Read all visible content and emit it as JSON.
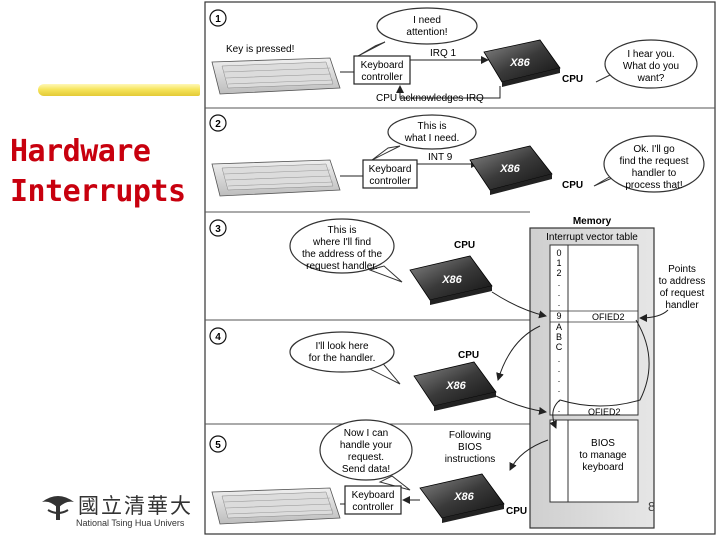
{
  "slide": {
    "title_line1": "Hardware",
    "title_line2": "Interrupts",
    "university_cn": "國立清華大",
    "university_en": "National Tsing Hua Univers",
    "page_number": "8"
  },
  "panels": {
    "p1": {
      "step": "1",
      "key_pressed": "Key is pressed!",
      "bubble_line1": "I need",
      "bubble_line2": "attention!",
      "irq": "IRQ 1",
      "controller_line1": "Keyboard",
      "controller_line2": "controller",
      "chip": "X86",
      "cpu": "CPU",
      "cpu_bubble_line1": "I hear you.",
      "cpu_bubble_line2": "What do you",
      "cpu_bubble_line3": "want?",
      "ack": "CPU acknowledges IRQ"
    },
    "p2": {
      "step": "2",
      "bubble_line1": "This is",
      "bubble_line2": "what I need.",
      "int": "INT 9",
      "controller_line1": "Keyboard",
      "controller_line2": "controller",
      "chip": "X86",
      "cpu": "CPU",
      "cpu_bubble_line1": "Ok. I'll go",
      "cpu_bubble_line2": "find the request",
      "cpu_bubble_line3": "handler to",
      "cpu_bubble_line4": "process that!"
    },
    "p3": {
      "step": "3",
      "bubble_line1": "This is",
      "bubble_line2": "where I'll find",
      "bubble_line3": "the address of the",
      "bubble_line4": "request handler.",
      "cpu": "CPU",
      "chip": "X86",
      "points_line1": "Points",
      "points_line2": "to address",
      "points_line3": "of request",
      "points_line4": "handler"
    },
    "p4": {
      "step": "4",
      "bubble_line1": "I'll look here",
      "bubble_line2": "for the handler.",
      "cpu": "CPU",
      "chip": "X86"
    },
    "p5": {
      "step": "5",
      "bubble_line1": "Now I can",
      "bubble_line2": "handle your",
      "bubble_line3": "request.",
      "bubble_line4": "Send data!",
      "following_line1": "Following",
      "following_line2": "BIOS",
      "following_line3": "instructions",
      "controller_line1": "Keyboard",
      "controller_line2": "controller",
      "chip": "X86",
      "cpu": "CPU"
    },
    "memory": {
      "title": "Memory",
      "ivt": "Interrupt vector table",
      "idx_0": "0",
      "idx_1": "1",
      "idx_2": "2",
      "idx_9": "9",
      "idx_a": "A",
      "idx_b": "B",
      "idx_c": "C",
      "entry_value": "OFIED2",
      "entry_value_2": "OFIED2",
      "bios_line1": "BIOS",
      "bios_line2": "to manage",
      "bios_line3": "keyboard"
    }
  }
}
